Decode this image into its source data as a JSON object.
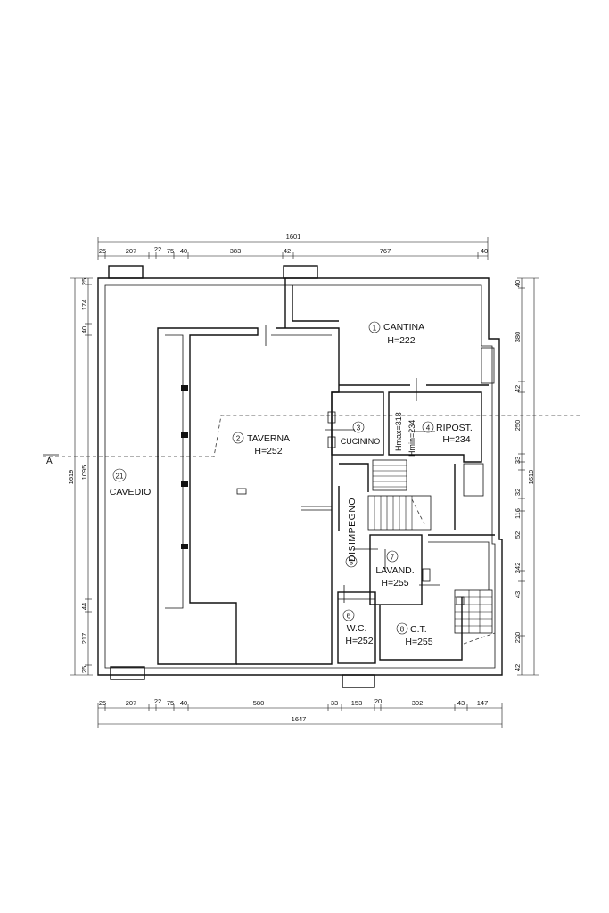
{
  "rooms": [
    {
      "num": "1",
      "name": "CANTINA",
      "height": "H=222"
    },
    {
      "num": "2",
      "name": "TAVERNA",
      "height": "H=252"
    },
    {
      "num": "3",
      "name": "CUCININO",
      "height": ""
    },
    {
      "num": "4",
      "name": "RIPOST.",
      "height": "H=234"
    },
    {
      "num": "5",
      "name": "DISIMPEGNO",
      "height": ""
    },
    {
      "num": "6",
      "name": "W.C.",
      "height": "H=252"
    },
    {
      "num": "7",
      "name": "LAVAND.",
      "height": "H=255"
    },
    {
      "num": "8",
      "name": "C.T.",
      "height": "H=255"
    },
    {
      "num": "21",
      "name": "CAVEDIO",
      "height": ""
    }
  ],
  "heights": {
    "hmax": "Hmax=318",
    "hmin": "Hmin=234"
  },
  "section_mark": "A",
  "dimensions": {
    "top_total": "1601",
    "top_parts": [
      "25",
      "207",
      "22",
      "75",
      "40",
      "383",
      "42",
      "767",
      "40"
    ],
    "bottom_total": "1647",
    "bottom_parts": [
      "25",
      "207",
      "22",
      "75",
      "40",
      "580",
      "33",
      "153",
      "20",
      "302",
      "43",
      "147"
    ],
    "left_total": "1619",
    "left_parts": [
      "25",
      "174",
      "40",
      "1095",
      "44",
      "217",
      "25"
    ],
    "right_total": "1619",
    "right_parts": [
      "40",
      "380",
      "42",
      "250",
      "33",
      "32",
      "116",
      "52",
      "242",
      "43",
      "220",
      "42"
    ]
  }
}
